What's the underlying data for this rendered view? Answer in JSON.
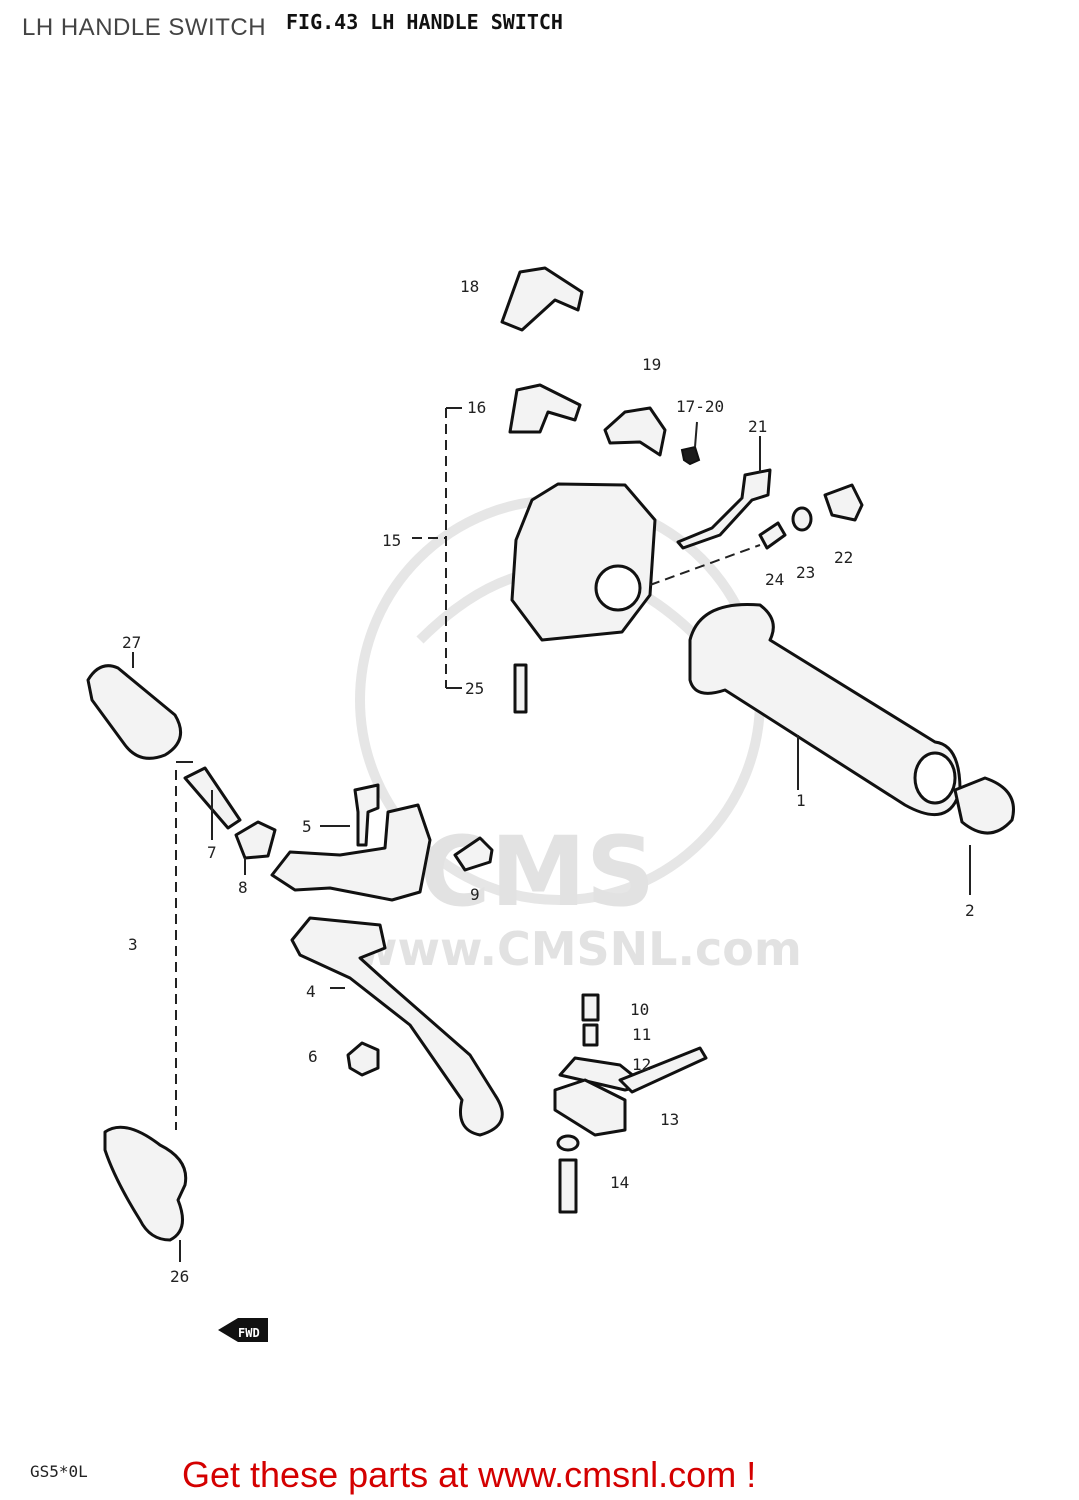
{
  "page_title": "LH HANDLE SWITCH",
  "figure_title": "FIG.43  LH HANDLE SWITCH",
  "watermark": "www.CMSNL.com",
  "watermark_logo_text": "CMS",
  "fwd_label": "FWD",
  "diagram_code": "GS5*0L",
  "promo_text": "Get these parts at www.cmsnl.com !",
  "part_labels": [
    "1",
    "2",
    "3",
    "4",
    "5",
    "6",
    "7",
    "8",
    "9",
    "10",
    "11",
    "12",
    "13",
    "14",
    "15",
    "16",
    "17-20",
    "18",
    "19",
    "21",
    "22",
    "23",
    "24",
    "25",
    "26",
    "27"
  ],
  "colors": {
    "promo": "#d40000",
    "watermark": "#e2e2e2",
    "ink": "#111111"
  }
}
